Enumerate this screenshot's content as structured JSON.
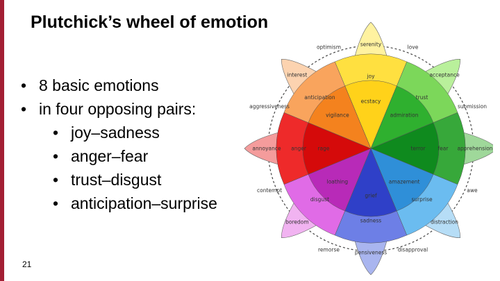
{
  "slide": {
    "title": "Plutchick’s wheel of emotion",
    "bullets": [
      "8 basic emotions",
      "in four opposing pairs:",
      "joy–sadness",
      "anger–fear",
      "trust–disgust",
      "anticipation–surprise"
    ],
    "page_number": "21",
    "accent_color": "#a31f34"
  },
  "wheel": {
    "petals": [
      {
        "labels": [
          "serenity",
          "joy",
          "ecstacy"
        ],
        "colors": [
          "#fff2a0",
          "#ffe040",
          "#ffd21a"
        ]
      },
      {
        "labels": [
          "acceptance",
          "trust",
          "admiration"
        ],
        "colors": [
          "#b9f09b",
          "#7cd75a",
          "#2fb02f"
        ]
      },
      {
        "labels": [
          "apprehension",
          "fear",
          "terror"
        ],
        "colors": [
          "#9fd89a",
          "#37a83a",
          "#0f8a1e"
        ]
      },
      {
        "labels": [
          "distraction",
          "surprise",
          "amazement"
        ],
        "colors": [
          "#b6ddf6",
          "#6bbcf0",
          "#2f8fd8"
        ]
      },
      {
        "labels": [
          "pensiveness",
          "sadness",
          "grief"
        ],
        "colors": [
          "#a9b5ef",
          "#6d7fe6",
          "#2f40c8"
        ]
      },
      {
        "labels": [
          "boredom",
          "disgust",
          "loathing"
        ],
        "colors": [
          "#f1b3f1",
          "#e06be6",
          "#b82ab8"
        ]
      },
      {
        "labels": [
          "annoyance",
          "anger",
          "rage"
        ],
        "colors": [
          "#f49c9c",
          "#ee2a2a",
          "#d50a0a"
        ]
      },
      {
        "labels": [
          "interest",
          "anticipation",
          "vigilance"
        ],
        "colors": [
          "#fcd3b0",
          "#f9a45d",
          "#f4821e"
        ]
      }
    ],
    "dyads": [
      "love",
      "submission",
      "awe",
      "disapproval",
      "remorse",
      "contempt",
      "aggressiveness",
      "optimism"
    ]
  }
}
